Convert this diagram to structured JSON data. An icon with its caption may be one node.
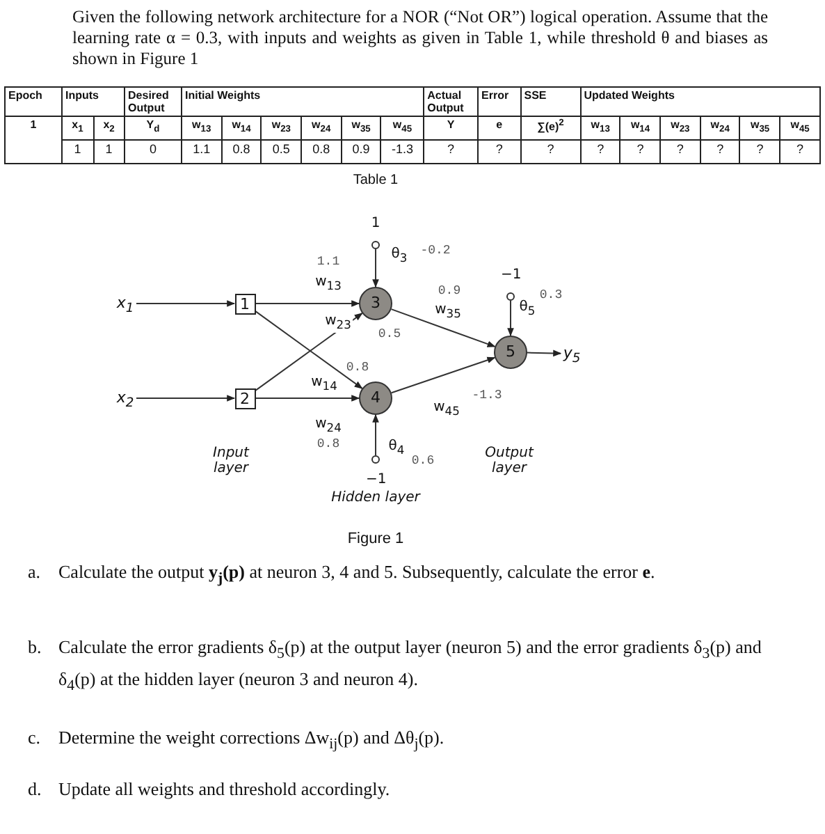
{
  "diagram": {
    "nodes": [
      {
        "text": [
          "x$_{1}$"
        ]
      },
      {
        "text": [
          "x$_{2}$"
        ]
      },
      {
        "text": [
          "1"
        ]
      },
      {
        "text": [
          "2"
        ]
      },
      {
        "text": [
          "3"
        ]
      },
      {
        "text": [
          "4"
        ]
      },
      {
        "text": [
          "5"
        ]
      },
      {
        "text": [
          "y$_{5}$"
        ]
      },
      {
        "text": [
          "1"
        ]
      },
      {
        "text": [
          "−1"
        ]
      },
      {
        "text": [
          "−1"
        ]
      }
    ],
    "edges": [
      {
        "from": 0,
        "to": 2,
        "arrow": "to"
      },
      {
        "from": 1,
        "to": 3,
        "arrow": "to"
      },
      {
        "from": 2,
        "to": 4,
        "arrow": "to",
        "label": "w$_{13}$"
      },
      {
        "from": 2,
        "to": 5,
        "arrow": "to",
        "label": "w$_{14}$"
      },
      {
        "from": 3,
        "to": 4,
        "arrow": "to",
        "label": "w$_{23}$"
      },
      {
        "from": 3,
        "to": 5,
        "arrow": "to",
        "label": "w$_{24}$"
      },
      {
        "from": 4,
        "to": 6,
        "arrow": "to",
        "label": "w$_{35}$"
      },
      {
        "from": 5,
        "to": 6,
        "arrow": "to",
        "label": "w$_{45}$"
      },
      {
        "from": 6,
        "to": 7,
        "arrow": "to"
      },
      {
        "from": 8,
        "to": 4,
        "arrow": "to",
        "label": "θ$_{3}$"
      },
      {
        "from": 9,
        "to": 6,
        "arrow": "to",
        "label": "θ$_{5}$"
      },
      {
        "from": 10,
        "to": 5,
        "arrow": "to",
        "label": "θ$_{4}$"
      }
    ],
    "labels": [
      "Given the following network architecture for a NOR (“Not OR”) logical operation. Assume that the learning rate α = 0.3, with inputs and weights as given in Table 1, while threshold θ and biases as shown in Figure 1",
      "Epoch",
      "Inputs",
      "Desired Output",
      "Initial Weights",
      "Actual Output",
      "Error",
      "SSE",
      "Updated Weights",
      "1",
      "x$_{1}$",
      "x$_{2}$",
      "Y$_{d}$",
      "w$_{13}$",
      "w$_{14}$",
      "w$_{23}$",
      "w$_{24}$",
      "w$_{35}$",
      "w$_{45}$",
      "Y",
      "e",
      "∑(e)$^{2}$",
      "w$_{13}$",
      "w$_{14}$",
      "w$_{23}$",
      "w$_{24}$",
      "w$_{35}$",
      "w$_{45}$",
      "1",
      "1",
      "0",
      "1.1",
      "0.8",
      "0.5",
      "0.8",
      "0.9",
      "-1.3",
      "?",
      "?",
      "?",
      "?",
      "?",
      "?",
      "?",
      "?",
      "?",
      "Table 1",
      "1.1",
      "0.5",
      "0.8",
      "0.8",
      "0.9",
      "-1.3",
      "-0.2",
      "0.3",
      "0.6",
      "Input layer",
      "Hidden layer",
      "Output layer",
      "Figure 1",
      "a.",
      "Calculate the output **y$_{j}$(p)** at neuron 3, 4 and 5. Subsequently, calculate the error **e**.",
      "b.",
      "Calculate the error gradients δ$_{5}$(p) at the output layer (neuron 5) and the error gradients δ$_{3}$(p) and δ$_{4}$(p) at the hidden layer (neuron 3 and neuron 4).",
      "c.",
      "Determine the weight corrections Δw$_{ij}$(p) and Δθ$_{j}$(p).",
      "d.",
      "Update all weights and threshold accordingly."
    ]
  }
}
